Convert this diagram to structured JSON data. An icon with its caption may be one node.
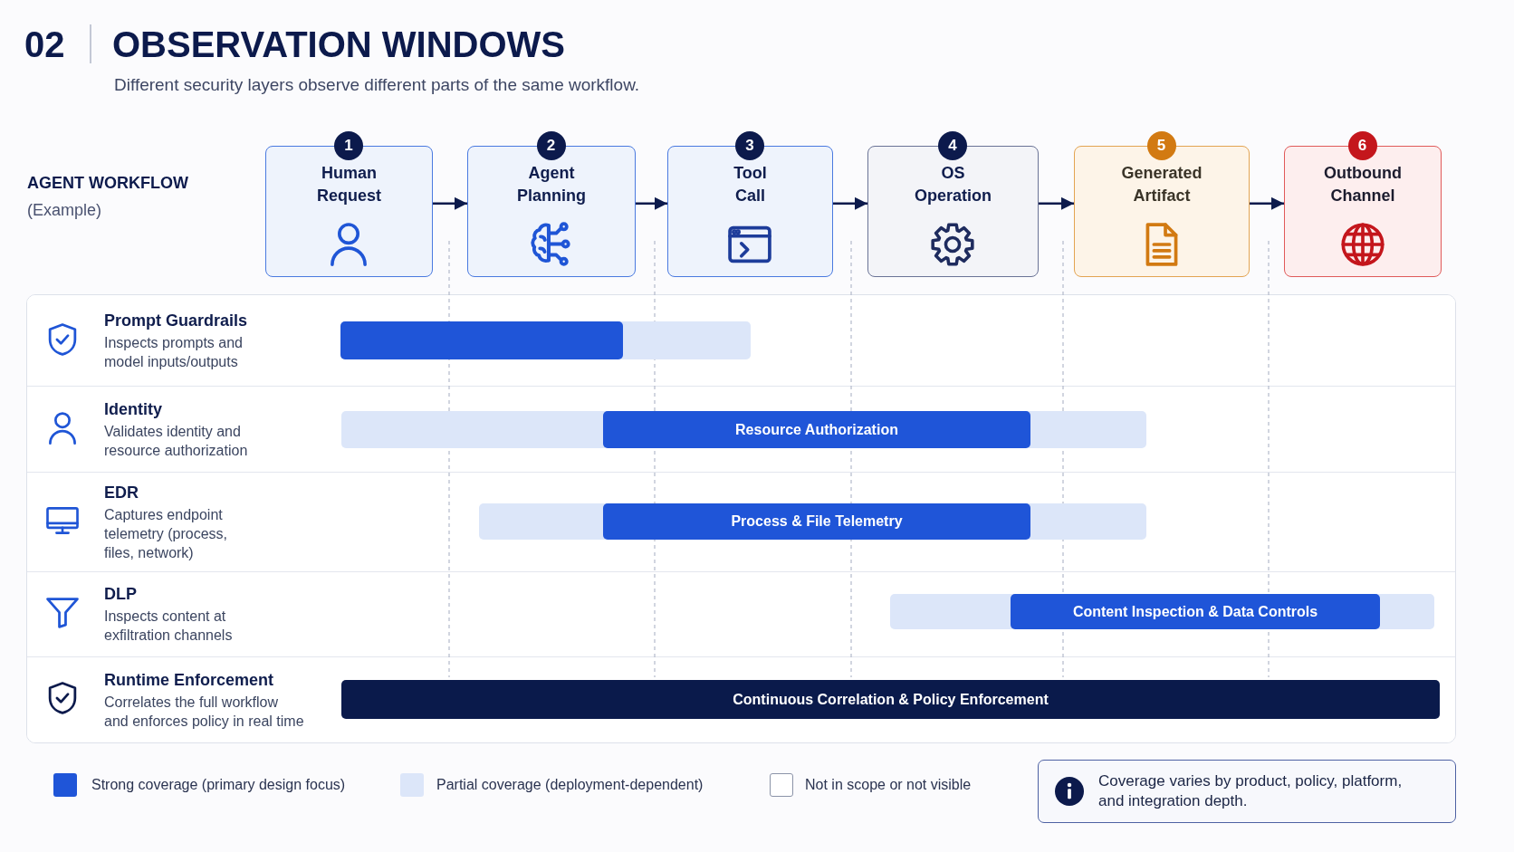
{
  "diagram": {
    "title": "OBSERVATION WINDOWS",
    "nodes": [
      {
        "text": [
          "Human Request"
        ],
        "beside": [
          "1"
        ]
      },
      {
        "text": [
          "Agent Planning"
        ],
        "beside": [
          "2"
        ]
      },
      {
        "text": [
          "Tool Call"
        ],
        "beside": [
          "3"
        ]
      },
      {
        "text": [
          "OS Operation"
        ],
        "beside": [
          "4"
        ]
      },
      {
        "text": [
          "Generated Artifact"
        ],
        "beside": [
          "5"
        ]
      },
      {
        "text": [
          "Outbound Channel"
        ],
        "beside": [
          "6"
        ]
      },
      {
        "text": [
          "Prompt Guardrails",
          "Inspects prompts and model inputs/outputs"
        ]
      },
      {
        "text": [],
        "shape": "bar",
        "in": 6
      },
      {
        "text": [],
        "shape": "bar",
        "in": 7
      },
      {
        "text": [
          "Identity",
          "Validates identity and resource authorization"
        ]
      },
      {
        "text": [],
        "shape": "bar",
        "in": 9
      },
      {
        "text": [
          "Resource Authorization"
        ],
        "in": 10
      },
      {
        "text": [
          "EDR",
          "Captures endpoint telemetry (process, files, network)"
        ]
      },
      {
        "text": [],
        "shape": "bar",
        "in": 12
      },
      {
        "text": [
          "Process & File Telemetry"
        ],
        "in": 13
      },
      {
        "text": [
          "DLP",
          "Inspects content at exfiltration channels"
        ]
      },
      {
        "text": [],
        "shape": "bar",
        "in": 15
      },
      {
        "text": [
          "Content Inspection & Data Controls"
        ],
        "in": 16
      },
      {
        "text": [
          "Runtime Enforcement",
          "Correlates the full workflow and enforces policy in real time"
        ]
      },
      {
        "text": [
          "Continuous Correlation & Policy Enforcement"
        ],
        "in": 18
      },
      {
        "text": [
          "Coverage varies by product, policy, platform, and integration depth."
        ]
      }
    ],
    "edges": [
      {
        "from": 0,
        "to": 1,
        "arrow": "to"
      },
      {
        "from": 1,
        "to": 2,
        "arrow": "to"
      },
      {
        "from": 2,
        "to": 3,
        "arrow": "to"
      },
      {
        "from": 3,
        "to": 4,
        "arrow": "to"
      },
      {
        "from": 4,
        "to": 5,
        "arrow": "to"
      }
    ],
    "labels": [
      "02",
      "Different security layers observe different parts of the same workflow.",
      "AGENT WORKFLOW",
      "(Example)"
    ],
    "legend": [
      {
        "text": "Strong coverage (primary design focus)",
        "color": "#1f55d8"
      },
      {
        "text": "Partial coverage (deployment-dependent)",
        "color": "#dce6f9"
      },
      {
        "text": "Not in scope or not visible",
        "color": "#ffffff"
      }
    ]
  }
}
